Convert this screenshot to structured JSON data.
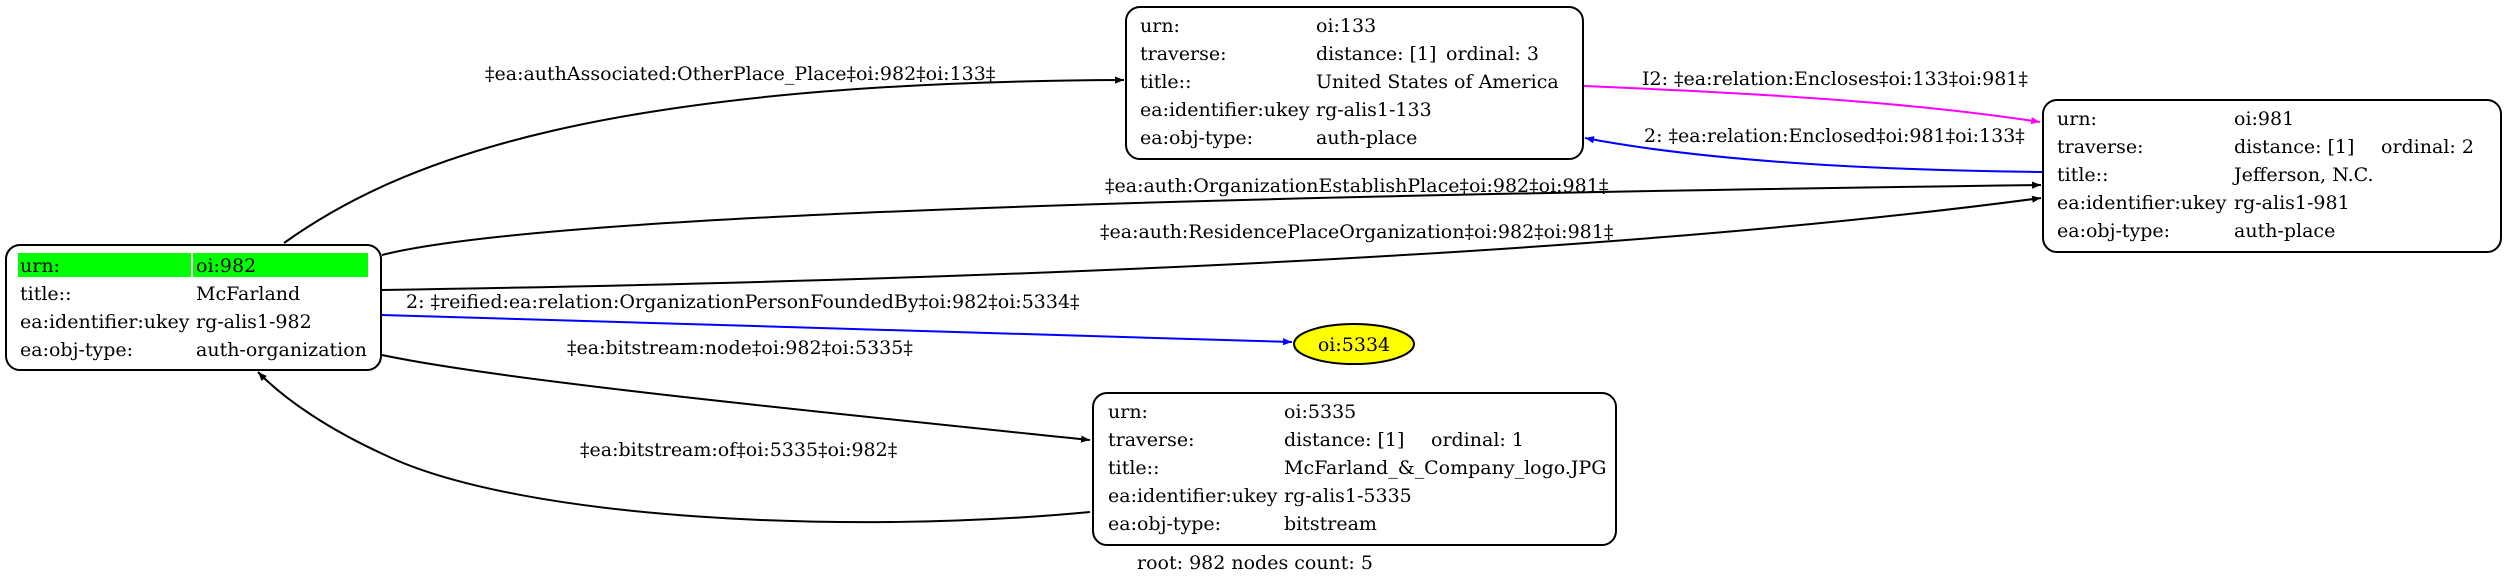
{
  "colors": {
    "black": "#000000",
    "blue": "#0000ff",
    "magenta": "#ff00ff",
    "root_highlight": "#00ff00",
    "ellipse_fill": "#ffff00"
  },
  "nodes": {
    "n982": {
      "rows": [
        [
          "urn:",
          "oi:982"
        ],
        [
          "title::",
          "McFarland"
        ],
        [
          "ea:identifier:ukey",
          "rg-alis1-982"
        ],
        [
          "ea:obj-type:",
          "auth-organization"
        ]
      ]
    },
    "n133": {
      "rows": [
        [
          "urn:",
          "oi:133"
        ],
        [
          "traverse:",
          "distance: [1]",
          "ordinal: 3"
        ],
        [
          "title::",
          "United States of America"
        ],
        [
          "ea:identifier:ukey",
          "rg-alis1-133"
        ],
        [
          "ea:obj-type:",
          "auth-place"
        ]
      ]
    },
    "n981": {
      "rows": [
        [
          "urn:",
          "oi:981"
        ],
        [
          "traverse:",
          "distance: [1]",
          "ordinal: 2"
        ],
        [
          "title::",
          "Jefferson, N.C."
        ],
        [
          "ea:identifier:ukey",
          "rg-alis1-981"
        ],
        [
          "ea:obj-type:",
          "auth-place"
        ]
      ]
    },
    "n5335": {
      "rows": [
        [
          "urn:",
          "oi:5335"
        ],
        [
          "traverse:",
          "distance: [1]",
          "ordinal: 1"
        ],
        [
          "title::",
          "McFarland_&_Company_logo.JPG"
        ],
        [
          "ea:identifier:ukey",
          "rg-alis1-5335"
        ],
        [
          "ea:obj-type:",
          "bitstream"
        ]
      ]
    },
    "n5334": {
      "label": "oi:5334"
    }
  },
  "edges": {
    "e982_133": "‡ea:authAssociated:OtherPlace_Place‡oi:982‡oi:133‡",
    "e133_981": "I2: ‡ea:relation:Encloses‡oi:133‡oi:981‡",
    "e981_133": "2: ‡ea:relation:Enclosed‡oi:981‡oi:133‡",
    "e982_981_a": "‡ea:auth:OrganizationEstablishPlace‡oi:982‡oi:981‡",
    "e982_981_b": "‡ea:auth:ResidencePlaceOrganization‡oi:982‡oi:981‡",
    "e982_5334": "2: ‡reified:ea:relation:OrganizationPersonFoundedBy‡oi:982‡oi:5334‡",
    "e982_5335": "‡ea:bitstream:node‡oi:982‡oi:5335‡",
    "e5335_982": "‡ea:bitstream:of‡oi:5335‡oi:982‡"
  },
  "footer": "root: 982 nodes count: 5"
}
